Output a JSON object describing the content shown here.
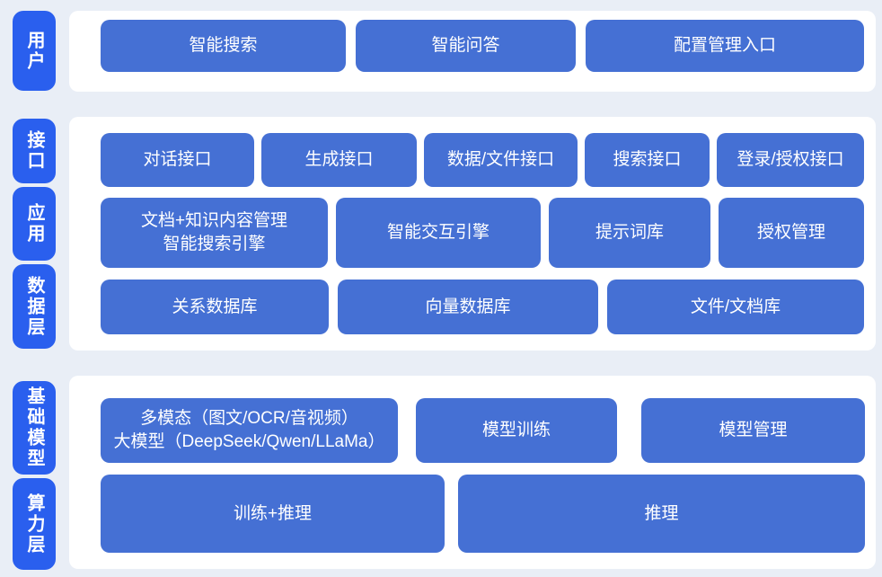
{
  "colors": {
    "background": "#e9eef6",
    "panel": "#ffffff",
    "side_label_blue": "#2a5fee",
    "block_blue": "#4570d4",
    "text_white": "#ffffff"
  },
  "side_labels": {
    "user": "用户",
    "interface": "接口",
    "application": "应用",
    "data_layer": "数据层",
    "base_model": "基础模型",
    "compute_layer": "算力层"
  },
  "user_layer": {
    "blocks": [
      "智能搜索",
      "智能问答",
      "配置管理入口"
    ]
  },
  "middle_layer": {
    "interface_row": [
      "对话接口",
      "生成接口",
      "数据/文件接口",
      "搜索接口",
      "登录/授权接口"
    ],
    "application_row": [
      {
        "line1": "文档+知识内容管理",
        "line2": "智能搜索引擎"
      },
      {
        "line1": "智能交互引擎"
      },
      {
        "line1": "提示词库"
      },
      {
        "line1": "授权管理"
      }
    ],
    "data_row": [
      "关系数据库",
      "向量数据库",
      "文件/文档库"
    ]
  },
  "model_layer": {
    "model_row": [
      {
        "line1": "多模态（图文/OCR/音视频）",
        "line2": "大模型（DeepSeek/Qwen/LLaMa）"
      },
      {
        "line1": "模型训练"
      },
      {
        "line1": "模型管理"
      }
    ],
    "compute_row": [
      "训练+推理",
      "推理"
    ]
  }
}
